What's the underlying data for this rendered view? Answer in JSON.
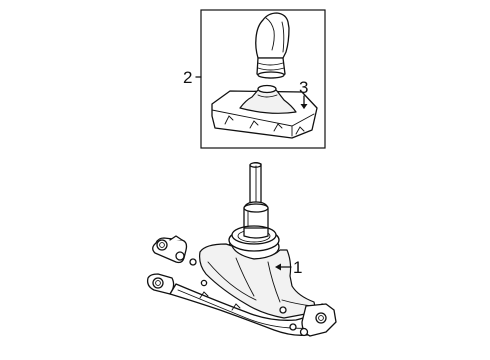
{
  "diagram": {
    "callouts": [
      {
        "id": "1",
        "label": "1"
      },
      {
        "id": "2",
        "label": "2"
      },
      {
        "id": "3",
        "label": "3"
      }
    ],
    "parts": [
      {
        "id": "shift-knob-icon"
      },
      {
        "id": "shift-boot-icon"
      },
      {
        "id": "gear-shifter-assembly-icon"
      }
    ],
    "line_color": "#111111",
    "background": "#ffffff"
  }
}
